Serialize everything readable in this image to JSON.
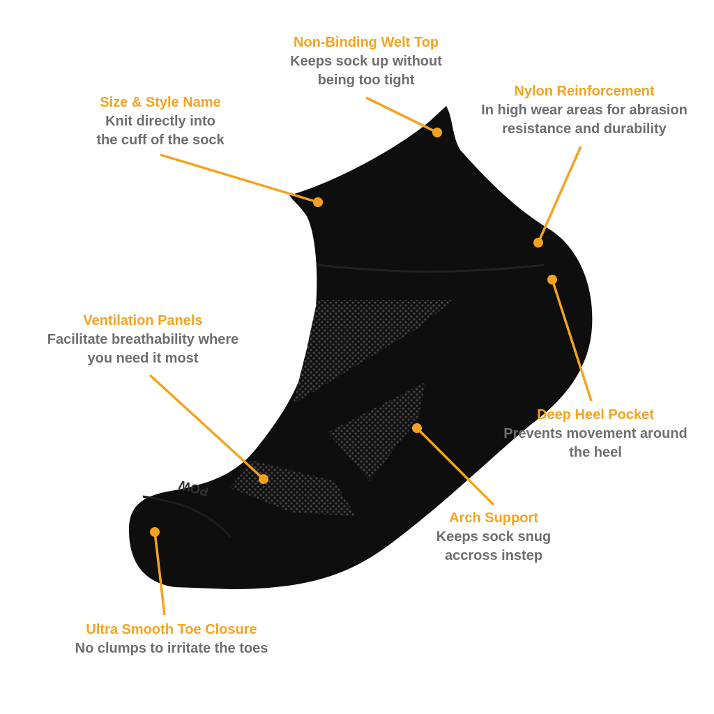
{
  "colors": {
    "accent": "#F5A31E",
    "text": "#6D6E71",
    "sock": "#0E0E0E",
    "mesh": "#3A3A3A"
  },
  "sock_logo": "POW",
  "callouts": [
    {
      "title": "Non-Binding Welt Top",
      "lines": [
        "Keeps sock up without",
        "being too tight"
      ]
    },
    {
      "title": "Size & Style Name",
      "lines": [
        "Knit directly into",
        "the cuff of the sock"
      ]
    },
    {
      "title": "Nylon Reinforcement",
      "lines": [
        "In high wear areas for abrasion",
        "resistance and durability"
      ]
    },
    {
      "title": "Ventilation Panels",
      "lines": [
        "Facilitate breathability where",
        "you need it most"
      ]
    },
    {
      "title": "Deep Heel Pocket",
      "lines": [
        "Prevents movement around",
        "the heel"
      ]
    },
    {
      "title": "Arch Support",
      "lines": [
        "Keeps sock snug",
        "accross instep"
      ]
    },
    {
      "title": "Ultra Smooth Toe Closure",
      "lines": [
        "No clumps to irritate the toes"
      ]
    }
  ]
}
